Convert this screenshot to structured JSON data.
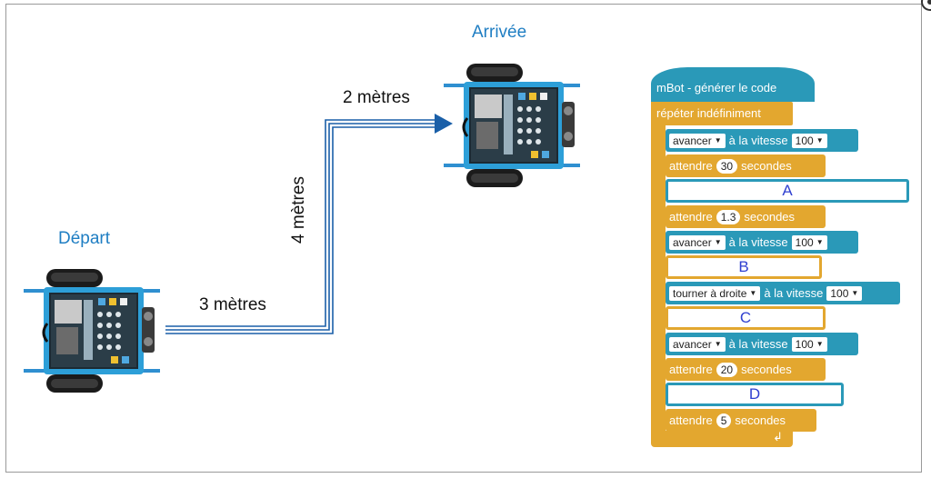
{
  "labels": {
    "depart": "Départ",
    "arrivee": "Arrivée",
    "dist1": "3 mètres",
    "dist2": "4 mètres",
    "dist3": "2 mètres"
  },
  "colors": {
    "label_blue": "#1f7ec3",
    "path_blue": "#1a5fa8",
    "motor_block": "#2a99b8",
    "control_block": "#e3a72f",
    "slot_letter": "#3040d0"
  },
  "program": {
    "hat": "mBot - générer le code",
    "loop": "répéter indéfiniment",
    "blocks": [
      {
        "type": "motor",
        "action": "avancer",
        "speed_text": "à la vitesse",
        "speed": "100"
      },
      {
        "type": "wait",
        "prefix": "attendre",
        "value": "30",
        "suffix": "secondes"
      },
      {
        "type": "empty",
        "letter": "A"
      },
      {
        "type": "wait",
        "prefix": "attendre",
        "value": "1.3",
        "suffix": "secondes"
      },
      {
        "type": "motor",
        "action": "avancer",
        "speed_text": "à la vitesse",
        "speed": "100"
      },
      {
        "type": "empty",
        "letter": "B"
      },
      {
        "type": "motor",
        "action": "tourner à droite",
        "speed_text": "à la vitesse",
        "speed": "100"
      },
      {
        "type": "empty",
        "letter": "C"
      },
      {
        "type": "motor",
        "action": "avancer",
        "speed_text": "à la vitesse",
        "speed": "100"
      },
      {
        "type": "wait",
        "prefix": "attendre",
        "value": "20",
        "suffix": "secondes"
      },
      {
        "type": "empty",
        "letter": "D"
      },
      {
        "type": "wait",
        "prefix": "attendre",
        "value": "5",
        "suffix": "secondes"
      }
    ]
  }
}
